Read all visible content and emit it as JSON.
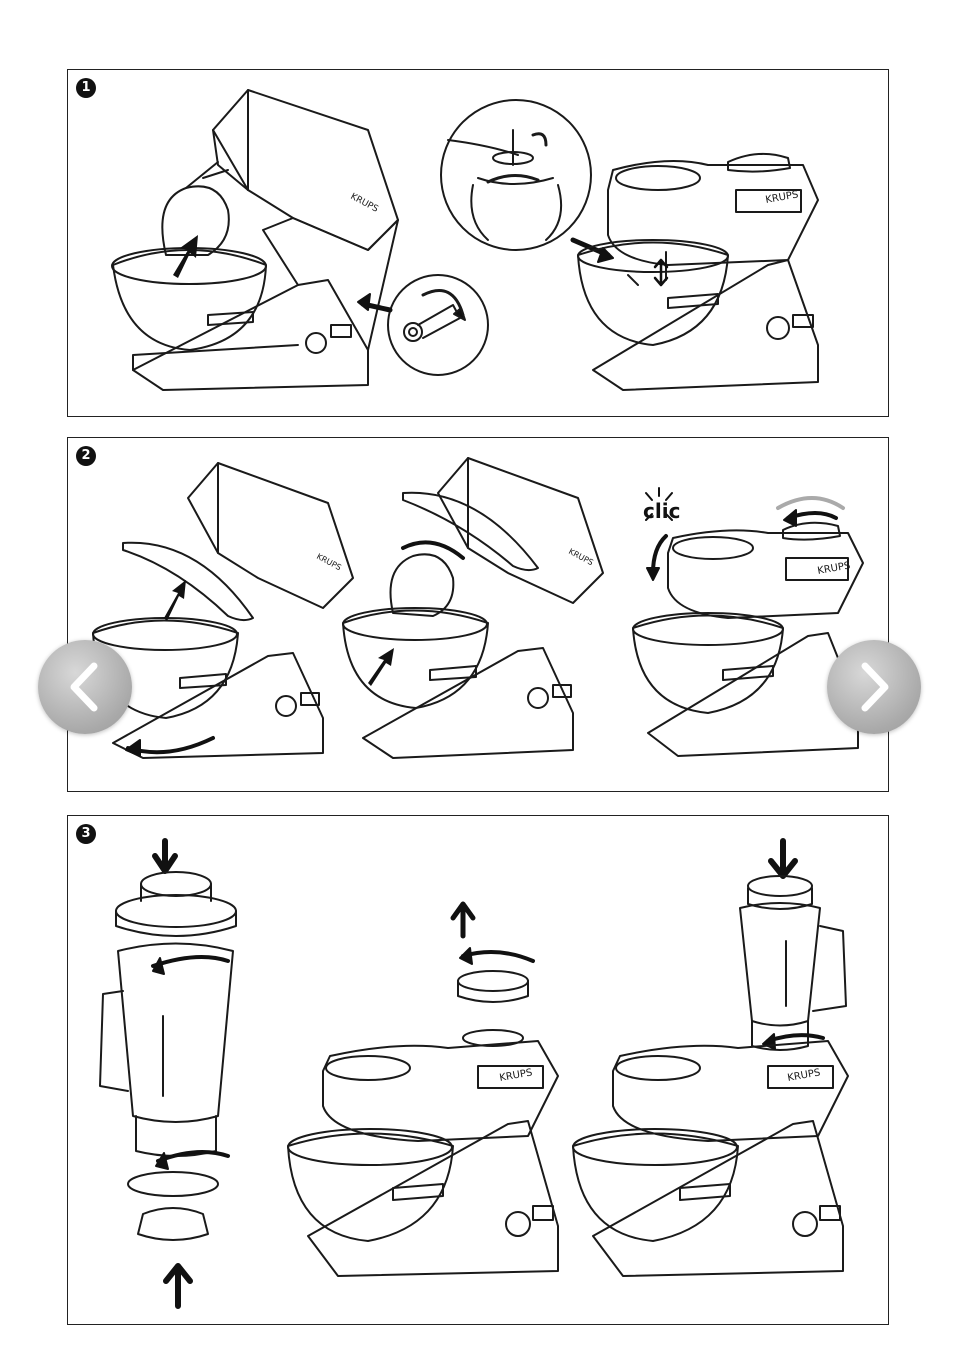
{
  "steps": [
    {
      "number": "1"
    },
    {
      "number": "2"
    },
    {
      "number": "3"
    }
  ],
  "brand_label": "KRUPS",
  "click_label": "clic",
  "navigation": {
    "prev_icon": "chevron-left-icon",
    "next_icon": "chevron-right-icon"
  },
  "colors": {
    "line": "#1a1a1a",
    "arrow": "#111111",
    "nav_button": "#b3b3b3",
    "nav_chevron": "#ffffff"
  }
}
